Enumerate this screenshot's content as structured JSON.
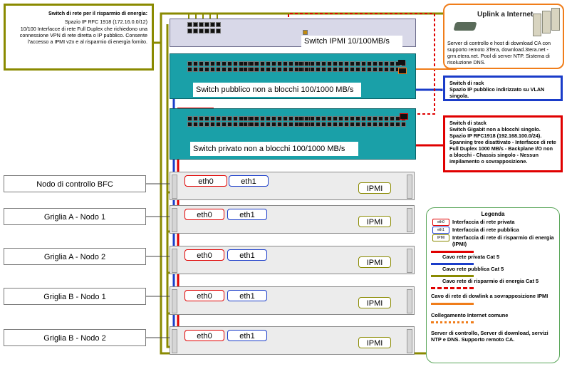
{
  "callouts": {
    "energy": {
      "title": "Switch di rete per il risparmio di energia:",
      "line1": "Spazio IP RFC 1918 (172.16.0.0/12)",
      "line2": "10/100 Interfacce di rete Full Duplex che richiedono una connessione VPN di rete diretta o IP pubblico. Consente l'accesso a IPMI v2x e al risparmio di energia fornito."
    },
    "uplink": {
      "title": "Uplink a Internet",
      "text": "Server di controllo e host di download CA con supporto remoto 3Tera, download.3tera.net - grm.etera.net. Pool di server NTP. Sistema di risoluzione DNS."
    },
    "rack": {
      "title": "Switch di rack",
      "text": "Spazio IP pubblico indirizzato su VLAN singola."
    },
    "stack": {
      "title": "Switch di stack",
      "text": "Switch Gigabit non a blocchi singolo. Spazio IP RFC1918 (192.168.100.0/24). Spanning tree disattivato - Interfacce di rete Full Duplex 1000 MB/s - Backplane I/O non a blocchi - Chassis singolo - Nessun impilamento o sovrapposizione."
    }
  },
  "switches": {
    "ipmi": "Switch IPMI 10/100MB/s",
    "public": "Switch pubblico non a blocchi 100/1000 MB/s",
    "private": "Switch privato non a blocchi 100/1000 MB/s"
  },
  "nodes": [
    {
      "label": "Nodo di controllo BFC",
      "eth0": "eth0",
      "eth1": "eth1",
      "ipmi": "IPMI"
    },
    {
      "label": "Griglia A - Nodo 1",
      "eth0": "eth0",
      "eth1": "eth1",
      "ipmi": "IPMI"
    },
    {
      "label": "Griglia A - Nodo 2",
      "eth0": "eth0",
      "eth1": "eth1",
      "ipmi": "IPMI"
    },
    {
      "label": "Griglia B - Nodo 1",
      "eth0": "eth0",
      "eth1": "eth1",
      "ipmi": "IPMI"
    },
    {
      "label": "Griglia B - Nodo 2",
      "eth0": "eth0",
      "eth1": "eth1",
      "ipmi": "IPMI"
    }
  ],
  "legend": {
    "title": "Legenda",
    "chip_eth0": "eth0",
    "chip_eth1": "eth1",
    "chip_ipmi": "IPMI",
    "item_private_if": "Interfaccia di rete privata",
    "item_public_if": "Interfaccia di rete pubblica",
    "item_energy_if": "Interfaccia di rete di risparmio di energia (IPMI)",
    "item_private_cable": "Cavo rete privata Cat 5",
    "item_public_cable": "Cavo rete pubblica Cat 5",
    "item_energy_cable": "Cavo rete di risparmio di energia Cat 5",
    "item_downlink": "Cavo di rete di dowlink a sovrapposizione IPMI",
    "item_internet": "Collegamento Internet comune",
    "item_servers": "Server di controllo, Server di download, servizi NTP e DNS. Supporto remoto CA."
  },
  "colors": {
    "private": "#e00000",
    "public": "#1a3cc9",
    "energy": "#8a8a00",
    "internet": "#f07d1a",
    "switch_teal": "#1aa0a8"
  }
}
